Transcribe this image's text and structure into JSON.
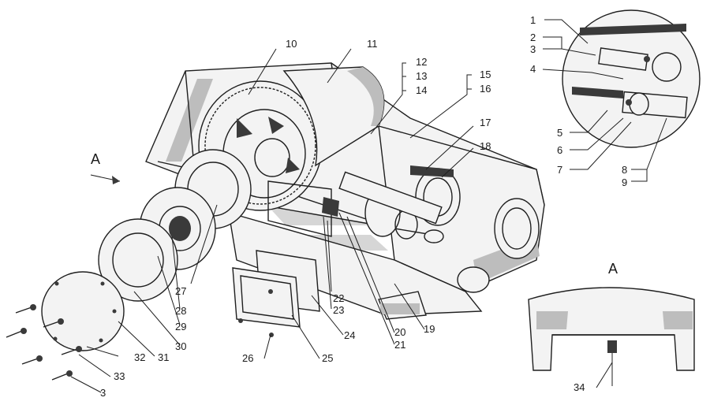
{
  "view_labels": {
    "main_arrow": "A",
    "detail_view": "A"
  },
  "callouts": [
    {
      "id": "c1",
      "text": "1"
    },
    {
      "id": "c2",
      "text": "2"
    },
    {
      "id": "c3a",
      "text": "3"
    },
    {
      "id": "c4",
      "text": "4"
    },
    {
      "id": "c5",
      "text": "5"
    },
    {
      "id": "c6",
      "text": "6"
    },
    {
      "id": "c7",
      "text": "7"
    },
    {
      "id": "c8",
      "text": "8"
    },
    {
      "id": "c9",
      "text": "9"
    },
    {
      "id": "c10",
      "text": "10"
    },
    {
      "id": "c11",
      "text": "11"
    },
    {
      "id": "c12",
      "text": "12"
    },
    {
      "id": "c13",
      "text": "13"
    },
    {
      "id": "c14",
      "text": "14"
    },
    {
      "id": "c15",
      "text": "15"
    },
    {
      "id": "c16",
      "text": "16"
    },
    {
      "id": "c17",
      "text": "17"
    },
    {
      "id": "c18",
      "text": "18"
    },
    {
      "id": "c19",
      "text": "19"
    },
    {
      "id": "c20",
      "text": "20"
    },
    {
      "id": "c21",
      "text": "21"
    },
    {
      "id": "c22",
      "text": "22"
    },
    {
      "id": "c23",
      "text": "23"
    },
    {
      "id": "c24",
      "text": "24"
    },
    {
      "id": "c25",
      "text": "25"
    },
    {
      "id": "c26",
      "text": "26"
    },
    {
      "id": "c27",
      "text": "27"
    },
    {
      "id": "c28",
      "text": "28"
    },
    {
      "id": "c29",
      "text": "29"
    },
    {
      "id": "c30",
      "text": "30"
    },
    {
      "id": "c31",
      "text": "31"
    },
    {
      "id": "c32",
      "text": "32"
    },
    {
      "id": "c33",
      "text": "33"
    },
    {
      "id": "c3b",
      "text": "3"
    },
    {
      "id": "c34",
      "text": "34"
    }
  ]
}
